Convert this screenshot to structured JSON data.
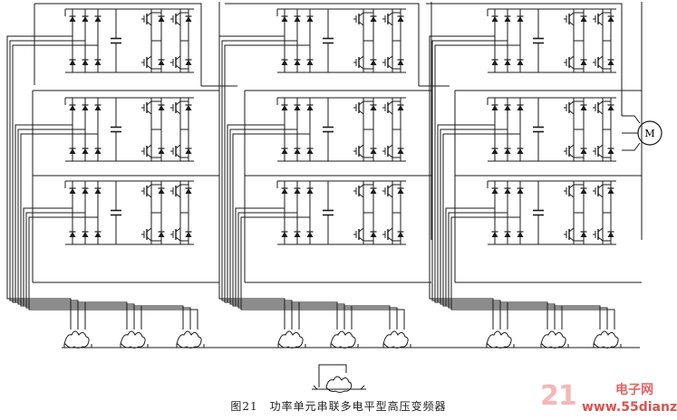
{
  "caption": "图21　功率单元串联多电平型高压变频器",
  "motor_label": "M",
  "watermark": {
    "number": "21",
    "chinese": "电子网",
    "url": "www.55dianzi.com"
  },
  "colors": {
    "line": "#1a1a1a",
    "watermark_light": "#f4b8b8",
    "watermark_dark": "#d9534f"
  },
  "icons": [
    "diode-icon",
    "capacitor-icon",
    "igbt-icon",
    "transformer-winding-icon",
    "motor-icon"
  ],
  "layout_info": {
    "unit_grid": "3x3",
    "transformer_secondaries": 9
  }
}
